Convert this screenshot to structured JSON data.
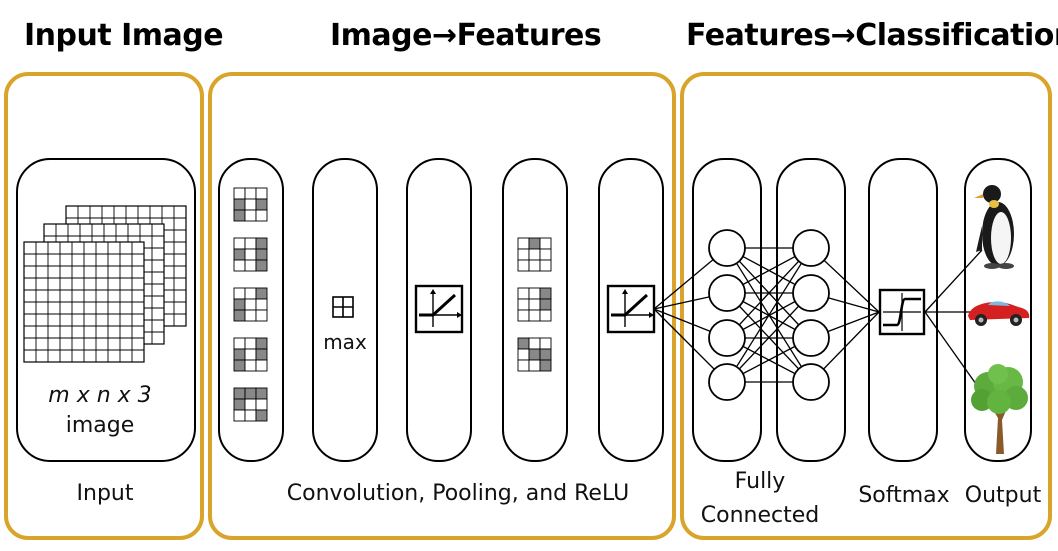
{
  "headings": {
    "input_image": "Input Image",
    "image_features": "Image→Features",
    "features_classification": "Features→Classification"
  },
  "input": {
    "dims_label": "m x n x 3",
    "image_label": "image",
    "caption": "Input"
  },
  "pooling": {
    "max_label": "max"
  },
  "captions": {
    "conv_pool_relu": "Convolution, Pooling, and ReLU",
    "fully_connected_line1": "Fully",
    "fully_connected_line2": "Connected",
    "softmax": "Softmax",
    "output": "Output"
  },
  "colors": {
    "section_border": "#D9A42B",
    "cell_fill": "#888888",
    "line": "#000000"
  },
  "output_icons": [
    "penguin-icon",
    "car-icon",
    "tree-icon"
  ]
}
